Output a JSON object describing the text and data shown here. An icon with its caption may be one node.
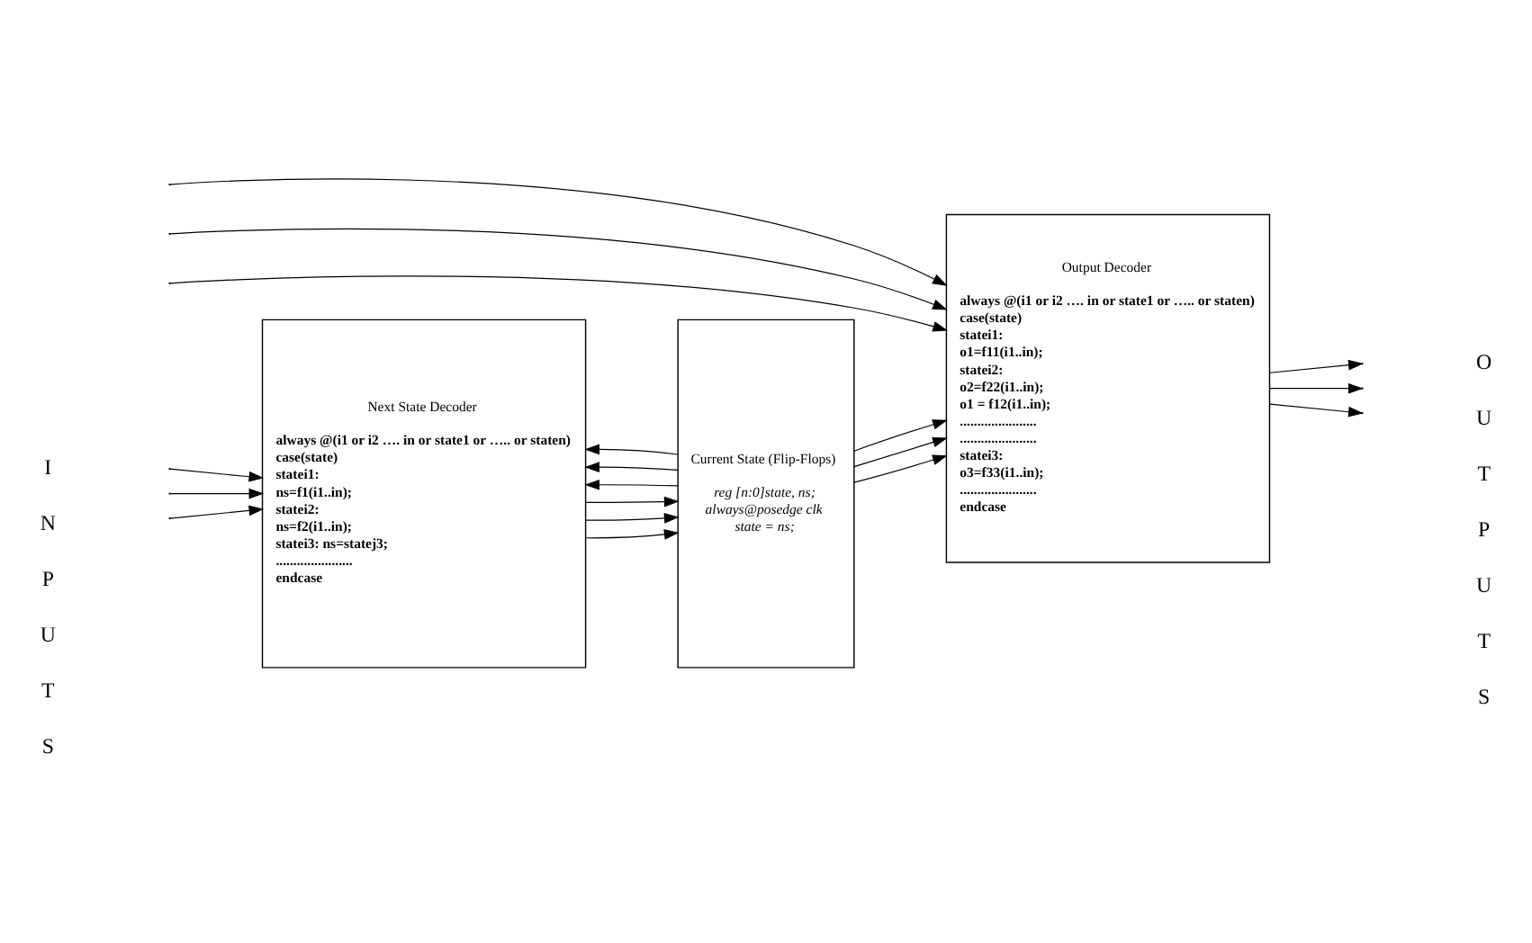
{
  "diagram": {
    "nodes": [
      {
        "text": [
          "Next State Decoder",
          "always @(i1 or i2 …. in or state1 or ….. or staten)",
          "case(state)",
          "statei1:",
          "ns=f1(i1..in);",
          "statei2:",
          "ns=f2(i1..in);",
          "statei3: ns=statej3;",
          "......................",
          "endcase"
        ]
      },
      {
        "text": [
          "Current State (Flip-Flops)",
          "reg [n:0]state, ns;",
          "always@posedge clk",
          "state = ns;"
        ]
      },
      {
        "text": [
          "Output Decoder",
          "always @(i1 or i2 …. in or state1 or ….. or staten)",
          "case(state)",
          "statei1:",
          "o1=f11(i1..in);",
          "statei2:",
          "o2=f22(i1..in);",
          "o1 = f12(i1..in);",
          "......................",
          "......................",
          "statei3:",
          "o3=f33(i1..in);",
          "......................",
          "endcase"
        ]
      }
    ],
    "edges": [
      {
        "from": null,
        "to": 0,
        "arrow": "to"
      },
      {
        "from": null,
        "to": 0,
        "arrow": "to"
      },
      {
        "from": null,
        "to": 0,
        "arrow": "to"
      },
      {
        "from": null,
        "to": 2,
        "arrow": "to"
      },
      {
        "from": null,
        "to": 2,
        "arrow": "to"
      },
      {
        "from": null,
        "to": 2,
        "arrow": "to"
      },
      {
        "from": 0,
        "to": 1,
        "arrow": "to"
      },
      {
        "from": 0,
        "to": 1,
        "arrow": "to"
      },
      {
        "from": 0,
        "to": 1,
        "arrow": "to"
      },
      {
        "from": 1,
        "to": 2,
        "arrow": "to"
      },
      {
        "from": 1,
        "to": 2,
        "arrow": "to"
      },
      {
        "from": 1,
        "to": 2,
        "arrow": "to"
      },
      {
        "from": 1,
        "to": 0,
        "arrow": "to"
      },
      {
        "from": 1,
        "to": 0,
        "arrow": "to"
      },
      {
        "from": 1,
        "to": 0,
        "arrow": "to"
      },
      {
        "from": 2,
        "to": null,
        "arrow": "to"
      },
      {
        "from": 2,
        "to": null,
        "arrow": "to"
      },
      {
        "from": 2,
        "to": null,
        "arrow": "to"
      }
    ],
    "labels": [
      "I",
      "N",
      "P",
      "U",
      "T",
      "S",
      "O",
      "U",
      "T",
      "P",
      "U",
      "T",
      "S"
    ]
  }
}
